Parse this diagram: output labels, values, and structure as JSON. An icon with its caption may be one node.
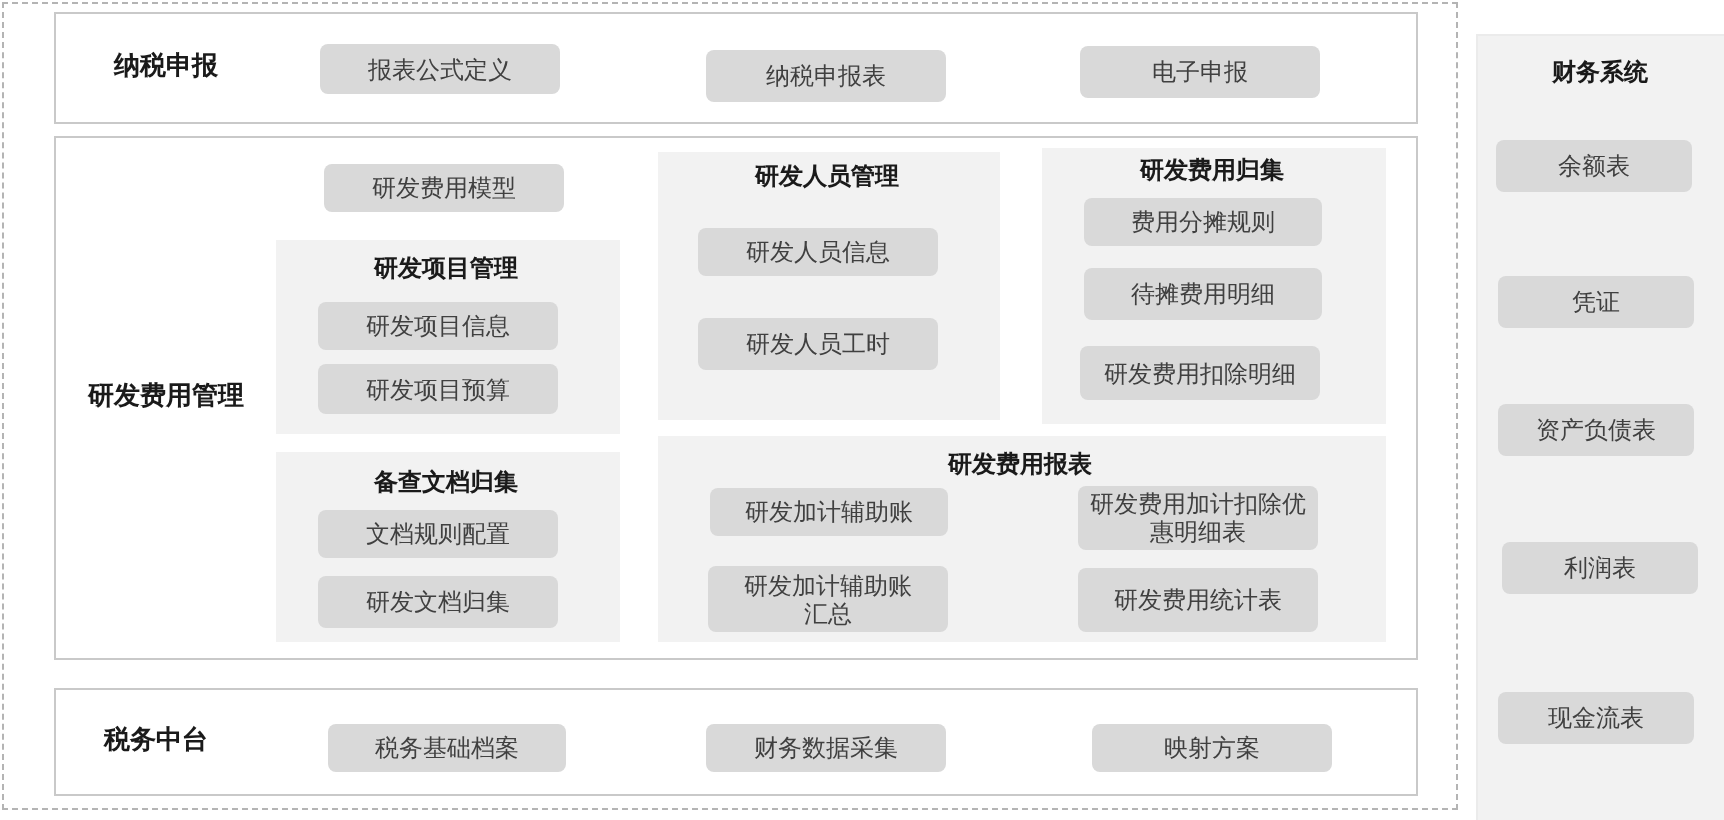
{
  "diagram": {
    "nodes": [
      {
        "text": [],
        "shape": "box"
      },
      {
        "text": [
          "纳税申报"
        ],
        "in": 0
      },
      {
        "text": [
          "报表公式定义"
        ],
        "in": 1
      },
      {
        "text": [
          "纳税申报表"
        ],
        "in": 1
      },
      {
        "text": [
          "电子申报"
        ],
        "in": 1
      },
      {
        "text": [
          "研发费用管理"
        ],
        "in": 0
      },
      {
        "text": [
          "研发费用模型"
        ],
        "in": 5
      },
      {
        "text": [
          "研发项目管理"
        ],
        "in": 5
      },
      {
        "text": [
          "研发项目信息"
        ],
        "in": 7
      },
      {
        "text": [
          "研发项目预算"
        ],
        "in": 7
      },
      {
        "text": [
          "研发人员管理"
        ],
        "in": 5
      },
      {
        "text": [
          "研发人员信息"
        ],
        "in": 10
      },
      {
        "text": [
          "研发人员工时"
        ],
        "in": 10
      },
      {
        "text": [
          "研发费用归集"
        ],
        "in": 5
      },
      {
        "text": [
          "费用分摊规则"
        ],
        "in": 13
      },
      {
        "text": [
          "待摊费用明细"
        ],
        "in": 13
      },
      {
        "text": [
          "研发费用扣除明细"
        ],
        "in": 13
      },
      {
        "text": [
          "备查文档归集"
        ],
        "in": 5
      },
      {
        "text": [
          "文档规则配置"
        ],
        "in": 17
      },
      {
        "text": [
          "研发文档归集"
        ],
        "in": 17
      },
      {
        "text": [
          "研发费用报表"
        ],
        "in": 5
      },
      {
        "text": [
          "研发加计辅助账"
        ],
        "in": 20
      },
      {
        "text": [
          "研发费用加计扣除优惠明细表"
        ],
        "in": 20
      },
      {
        "text": [
          "研发加计辅助账汇总"
        ],
        "in": 20
      },
      {
        "text": [
          "研发费用统计表"
        ],
        "in": 20
      },
      {
        "text": [
          "税务中台"
        ],
        "in": 0
      },
      {
        "text": [
          "税务基础档案"
        ],
        "in": 25
      },
      {
        "text": [
          "财务数据采集"
        ],
        "in": 25
      },
      {
        "text": [
          "映射方案"
        ],
        "in": 25
      },
      {
        "text": [
          "财务系统"
        ]
      },
      {
        "text": [
          "余额表"
        ],
        "in": 29
      },
      {
        "text": [
          "凭证"
        ],
        "in": 29
      },
      {
        "text": [
          "资产负债表"
        ],
        "in": 29
      },
      {
        "text": [
          "利润表"
        ],
        "in": 29
      },
      {
        "text": [
          "现金流表"
        ],
        "in": 29
      }
    ]
  }
}
